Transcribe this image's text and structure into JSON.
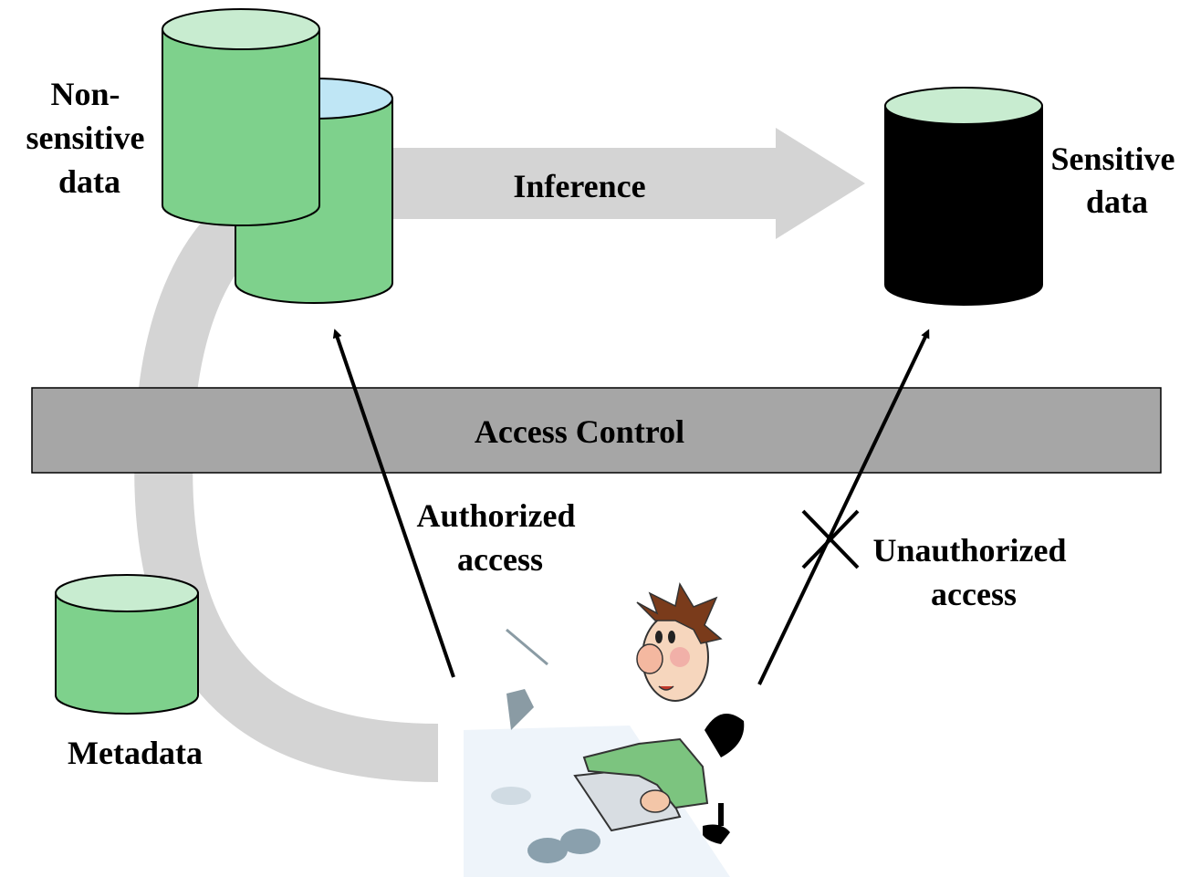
{
  "labels": {
    "non_sensitive": [
      "Non-",
      "sensitive",
      "data"
    ],
    "sensitive": [
      "Sensitive",
      "data"
    ],
    "inference": "Inference",
    "access_control": "Access Control",
    "authorized": [
      "Authorized",
      "access"
    ],
    "unauthorized": [
      "Unauthorized",
      "access"
    ],
    "metadata": "Metadata"
  },
  "colors": {
    "db_green": "#7ed18c",
    "db_green_top": "#c8ecd0",
    "db_blue_top": "#bfe6f5",
    "db_black": "#000000",
    "arrow_gray": "#d4d4d4",
    "access_bar": "#a6a6a6",
    "stroke": "#000000"
  },
  "icons": [
    "user-at-computer-icon",
    "blocked-x-icon"
  ]
}
